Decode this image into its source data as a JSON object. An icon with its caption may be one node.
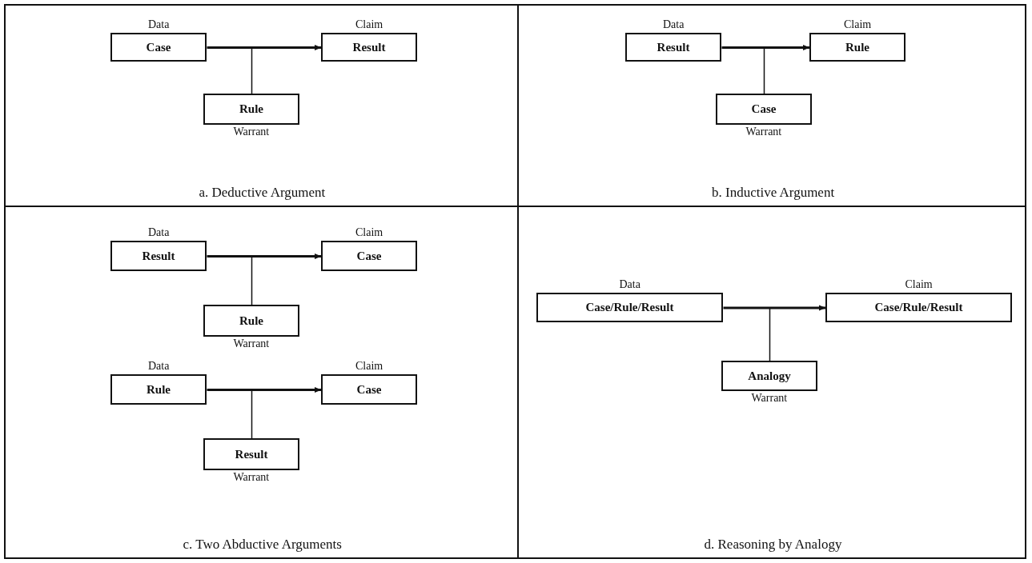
{
  "diagram": {
    "nodes": [
      {
        "text": [
          "a. Deductive Argument"
        ]
      },
      {
        "text": [
          "Case"
        ],
        "in": 0,
        "beside": [
          "Data"
        ]
      },
      {
        "text": [
          "Result"
        ],
        "in": 0,
        "beside": [
          "Claim"
        ]
      },
      {
        "text": [
          "Rule"
        ],
        "in": 0,
        "beside": [
          "Warrant"
        ]
      },
      {
        "text": [
          "b. Inductive Argument"
        ]
      },
      {
        "text": [
          "Result"
        ],
        "in": 4,
        "beside": [
          "Data"
        ]
      },
      {
        "text": [
          "Rule"
        ],
        "in": 4,
        "beside": [
          "Claim"
        ]
      },
      {
        "text": [
          "Case"
        ],
        "in": 4,
        "beside": [
          "Warrant"
        ]
      },
      {
        "text": [
          "c. Two Abductive Arguments"
        ]
      },
      {
        "text": [
          "Result"
        ],
        "in": 8,
        "beside": [
          "Data"
        ]
      },
      {
        "text": [
          "Case"
        ],
        "in": 8,
        "beside": [
          "Claim"
        ]
      },
      {
        "text": [
          "Rule"
        ],
        "in": 8,
        "beside": [
          "Warrant"
        ]
      },
      {
        "text": [
          "Rule"
        ],
        "in": 8,
        "beside": [
          "Data"
        ]
      },
      {
        "text": [
          "Case"
        ],
        "in": 8,
        "beside": [
          "Claim"
        ]
      },
      {
        "text": [
          "Result"
        ],
        "in": 8,
        "beside": [
          "Warrant"
        ]
      },
      {
        "text": [
          "d. Reasoning by Analogy"
        ]
      },
      {
        "text": [
          "Case/Rule/Result"
        ],
        "in": 15,
        "beside": [
          "Data"
        ]
      },
      {
        "text": [
          "Case/Rule/Result"
        ],
        "in": 15,
        "beside": [
          "Claim"
        ]
      },
      {
        "text": [
          "Analogy"
        ],
        "in": 15,
        "beside": [
          "Warrant"
        ]
      }
    ],
    "edges": [
      {
        "from": 1,
        "to": 2,
        "arrow": "to"
      },
      {
        "from": 3,
        "to": null,
        "arrow": "none"
      },
      {
        "from": 5,
        "to": 6,
        "arrow": "to"
      },
      {
        "from": 7,
        "to": null,
        "arrow": "none"
      },
      {
        "from": 9,
        "to": 10,
        "arrow": "to"
      },
      {
        "from": 11,
        "to": null,
        "arrow": "none"
      },
      {
        "from": 12,
        "to": 13,
        "arrow": "to"
      },
      {
        "from": 14,
        "to": null,
        "arrow": "none"
      },
      {
        "from": 16,
        "to": 17,
        "arrow": "to"
      },
      {
        "from": 18,
        "to": null,
        "arrow": "none"
      }
    ]
  }
}
